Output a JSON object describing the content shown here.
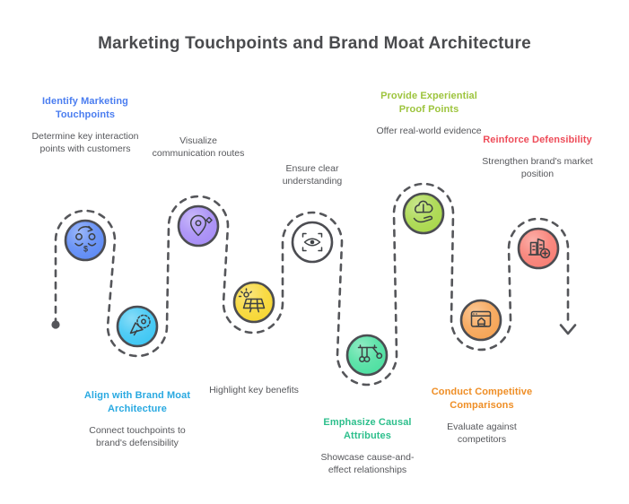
{
  "title": "Marketing Touchpoints and Brand Moat Architecture",
  "flow": {
    "path_color": "#55565a",
    "start_marker": "dot",
    "end_marker": "down-arrow"
  },
  "steps": [
    {
      "label": "Identify Marketing Touchpoints",
      "label_color": "#4a7df0",
      "description": "Determine key interaction points with customers",
      "node_color": "#5e8bf5",
      "icon": "customer-exchange-icon",
      "side": "top"
    },
    {
      "label": "Align with Brand Moat Architecture",
      "label_color": "#29a9e1",
      "description": "Connect touchpoints to brand's defensibility",
      "node_color": "#3ec7f4",
      "icon": "megaphone-gear-icon",
      "side": "bottom"
    },
    {
      "label": "",
      "label_color": "#56575b",
      "description": "Visualize communication routes",
      "node_color": "#a78df6",
      "icon": "location-pin-icon",
      "side": "top"
    },
    {
      "label": "",
      "label_color": "#56575b",
      "description": "Highlight key benefits",
      "node_color": "#f7d733",
      "icon": "solar-panel-icon",
      "side": "bottom"
    },
    {
      "label": "",
      "label_color": "#56575b",
      "description": "Ensure clear understanding",
      "node_color": "#ffffff",
      "icon": "eye-scan-icon",
      "side": "top"
    },
    {
      "label": "Emphasize Causal Attributes",
      "label_color": "#2dbf8c",
      "description": "Showcase cause-and-effect relationships",
      "node_color": "#4ee0a1",
      "icon": "newtons-cradle-icon",
      "side": "bottom"
    },
    {
      "label": "Provide Experiential Proof Points",
      "label_color": "#9dc43d",
      "description": "Offer real-world evidence",
      "node_color": "#a9d84b",
      "icon": "hand-brain-icon",
      "side": "top"
    },
    {
      "label": "Conduct Competitive Comparisons",
      "label_color": "#ef8e25",
      "description": "Evaluate against competitors",
      "node_color": "#f6a455",
      "icon": "browser-award-icon",
      "side": "bottom"
    },
    {
      "label": "Reinforce Defensibility",
      "label_color": "#ee4c59",
      "description": "Strengthen brand's market position",
      "node_color": "#f87e74",
      "icon": "buildings-shield-icon",
      "side": "top"
    }
  ]
}
